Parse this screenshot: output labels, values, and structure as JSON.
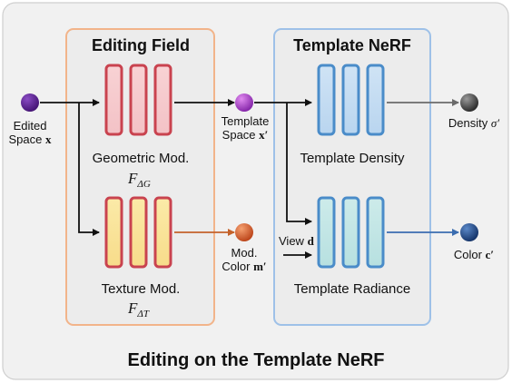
{
  "title": "Editing on the Template NeRF",
  "editing_field": {
    "title": "Editing Field",
    "geometric": {
      "label": "Geometric Mod.",
      "symbol": "F",
      "subscript": "ΔG"
    },
    "texture": {
      "label": "Texture Mod.",
      "symbol": "F",
      "subscript": "ΔT"
    }
  },
  "template_nerf": {
    "title": "Template NeRF",
    "density": {
      "label": "Template Density"
    },
    "radiance": {
      "label": "Template Radiance"
    }
  },
  "input": {
    "line1": "Edited",
    "line2": "Space",
    "var": "x"
  },
  "template_space": {
    "line1": "Template",
    "line2": "Space",
    "var": "x′"
  },
  "mod_color": {
    "line1": "Mod.",
    "line2": "Color",
    "var": "m′"
  },
  "view": {
    "label": "View",
    "var": "d"
  },
  "density_out": {
    "label": "Density",
    "var": "σ′"
  },
  "color_out": {
    "label": "Color",
    "var": "c′"
  },
  "colors": {
    "geometric_mlp": "#c9434f",
    "texture_mlp": "#c9434f",
    "density_mlp": "#4a8cc9",
    "radiance_mlp": "#4a8cc9",
    "input_node": "#5a1a8a",
    "template_node": "#a030c8",
    "mod_color_node": "#d9541e",
    "density_node": "#333333",
    "color_node": "#1a3f7a",
    "editing_border": "#f2b48a",
    "template_border": "#9ec1e8"
  }
}
